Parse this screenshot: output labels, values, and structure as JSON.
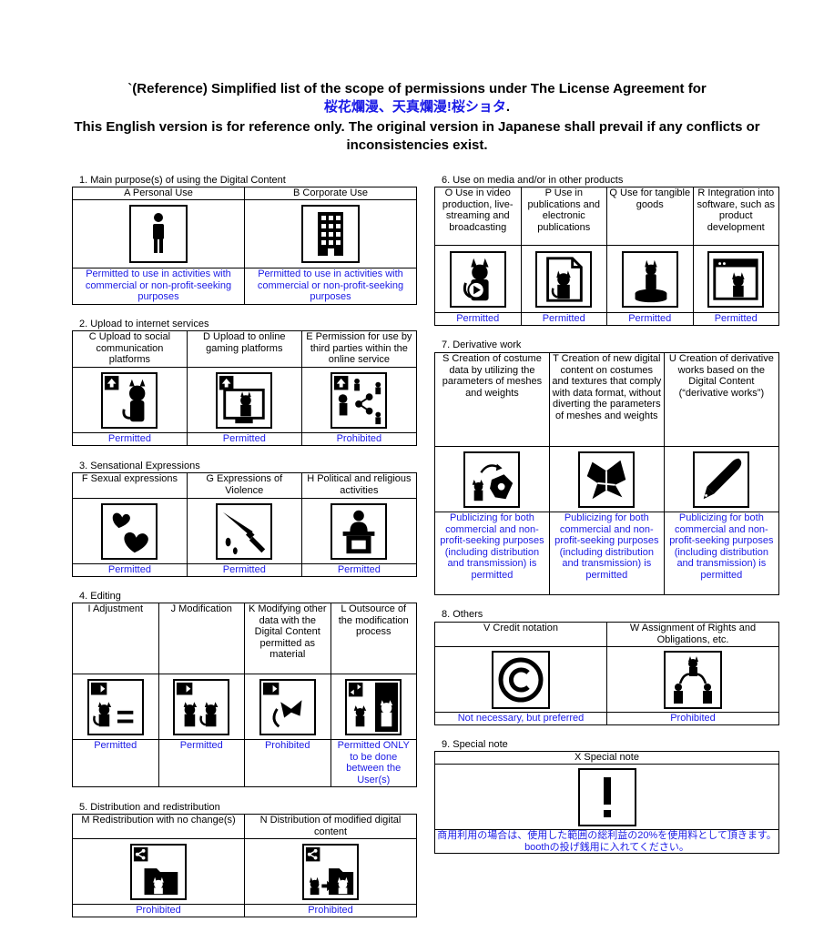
{
  "header": {
    "line1": "`(Reference) Simplified list of the scope of permissions under The License Agreement for",
    "line2_blue": "桜花爛漫、天真爛漫!桜ショタ",
    "line2_dot": ".",
    "line3": "This English version is for reference only. The original version in Japanese shall prevail if any conflicts or",
    "line4": "inconsistencies exist."
  },
  "sections": {
    "s1": {
      "title": "1. Main purpose(s) of using the Digital Content",
      "cols": [
        {
          "head": "A Personal Use",
          "icon": "person-icon",
          "status": "Permitted to use in activities with commercial or non-profit-seeking purposes"
        },
        {
          "head": "B  Corporate Use",
          "icon": "building-icon",
          "status": "Permitted to use in activities with commercial or non-profit-seeking purposes"
        }
      ]
    },
    "s2": {
      "title": "2. Upload to internet services",
      "cols": [
        {
          "head": "C Upload to social communication platforms",
          "icon": "social-upload-icon",
          "status": "Permitted"
        },
        {
          "head": "D Upload to online gaming platforms",
          "icon": "gaming-upload-icon",
          "status": "Permitted"
        },
        {
          "head": "E Permission for use by third parties within the online service",
          "icon": "third-party-share-icon",
          "status": "Prohibited"
        }
      ]
    },
    "s3": {
      "title": "3. Sensational Expressions",
      "cols": [
        {
          "head": "F Sexual expressions",
          "icon": "hearts-icon",
          "status": "Permitted"
        },
        {
          "head": "G Expressions of Violence",
          "icon": "knife-icon",
          "status": "Permitted"
        },
        {
          "head": "H Political and religious activities",
          "icon": "podium-icon",
          "status": "Permitted"
        }
      ]
    },
    "s4": {
      "title": "4. Editing",
      "cols": [
        {
          "head": "I Adjustment",
          "icon": "adjustment-icon",
          "status": "Permitted"
        },
        {
          "head": "J Modification",
          "icon": "modification-icon",
          "status": "Permitted"
        },
        {
          "head": "K Modifying other data with the Digital Content permitted as material",
          "icon": "material-use-icon",
          "status": "Prohibited"
        },
        {
          "head": "L Outsource of the modification process",
          "icon": "outsource-icon",
          "status": "Permitted ONLY to be done between the User(s)"
        }
      ]
    },
    "s5": {
      "title": "5. Distribution and redistribution",
      "cols": [
        {
          "head": "M Redistribution with no change(s)",
          "icon": "redistribute-icon",
          "status": "Prohibited"
        },
        {
          "head": "N Distribution of modified digital content",
          "icon": "modified-distribute-icon",
          "status": "Prohibited"
        }
      ]
    },
    "s6": {
      "title": "6. Use on media and/or in other products",
      "cols": [
        {
          "head": "O Use in video production, live-streaming and broadcasting",
          "icon": "video-icon",
          "status": "Permitted"
        },
        {
          "head": "P Use in publications and electronic publications",
          "icon": "publication-icon",
          "status": "Permitted"
        },
        {
          "head": "Q Use for tangible goods",
          "icon": "figure-icon",
          "status": "Permitted"
        },
        {
          "head": "R Integration into software, such as product development",
          "icon": "software-icon",
          "status": "Permitted"
        }
      ]
    },
    "s7": {
      "title": "7. Derivative work",
      "cols": [
        {
          "head": "S Creation of costume data by utilizing the parameters of meshes and weights",
          "icon": "costume-icon",
          "status": "Publicizing for both commercial and non-profit-seeking purposes (including distribution and transmission) is permitted"
        },
        {
          "head": "T Creation of new digital content on costumes and textures that comply with data format, without diverting the parameters of meshes and weights",
          "icon": "texture-icon",
          "status": "Publicizing for both commercial and non-profit-seeking purposes (including distribution and transmission) is permitted"
        },
        {
          "head": "U Creation of derivative works based on the Digital Content (“derivative works”)",
          "icon": "pen-icon",
          "status": "Publicizing for both commercial and non-profit-seeking purposes (including distribution and transmission) is permitted"
        }
      ]
    },
    "s8": {
      "title": "8. Others",
      "cols": [
        {
          "head": "V Credit notation",
          "icon": "copyright-icon",
          "status": "Not necessary, but preferred"
        },
        {
          "head": "W Assignment of Rights and Obligations, etc.",
          "icon": "transfer-icon",
          "status": "Prohibited"
        }
      ]
    },
    "s9": {
      "title": "9. Special note",
      "cols": [
        {
          "head": "X Special note",
          "icon": "exclamation-icon",
          "status": "商用利用の場合は、使用した範囲の総利益の20%を使用料として頂きます。boothの投げ銭用に入れてください。"
        }
      ]
    }
  },
  "colors": {
    "status_blue": "#1a1ae6"
  }
}
